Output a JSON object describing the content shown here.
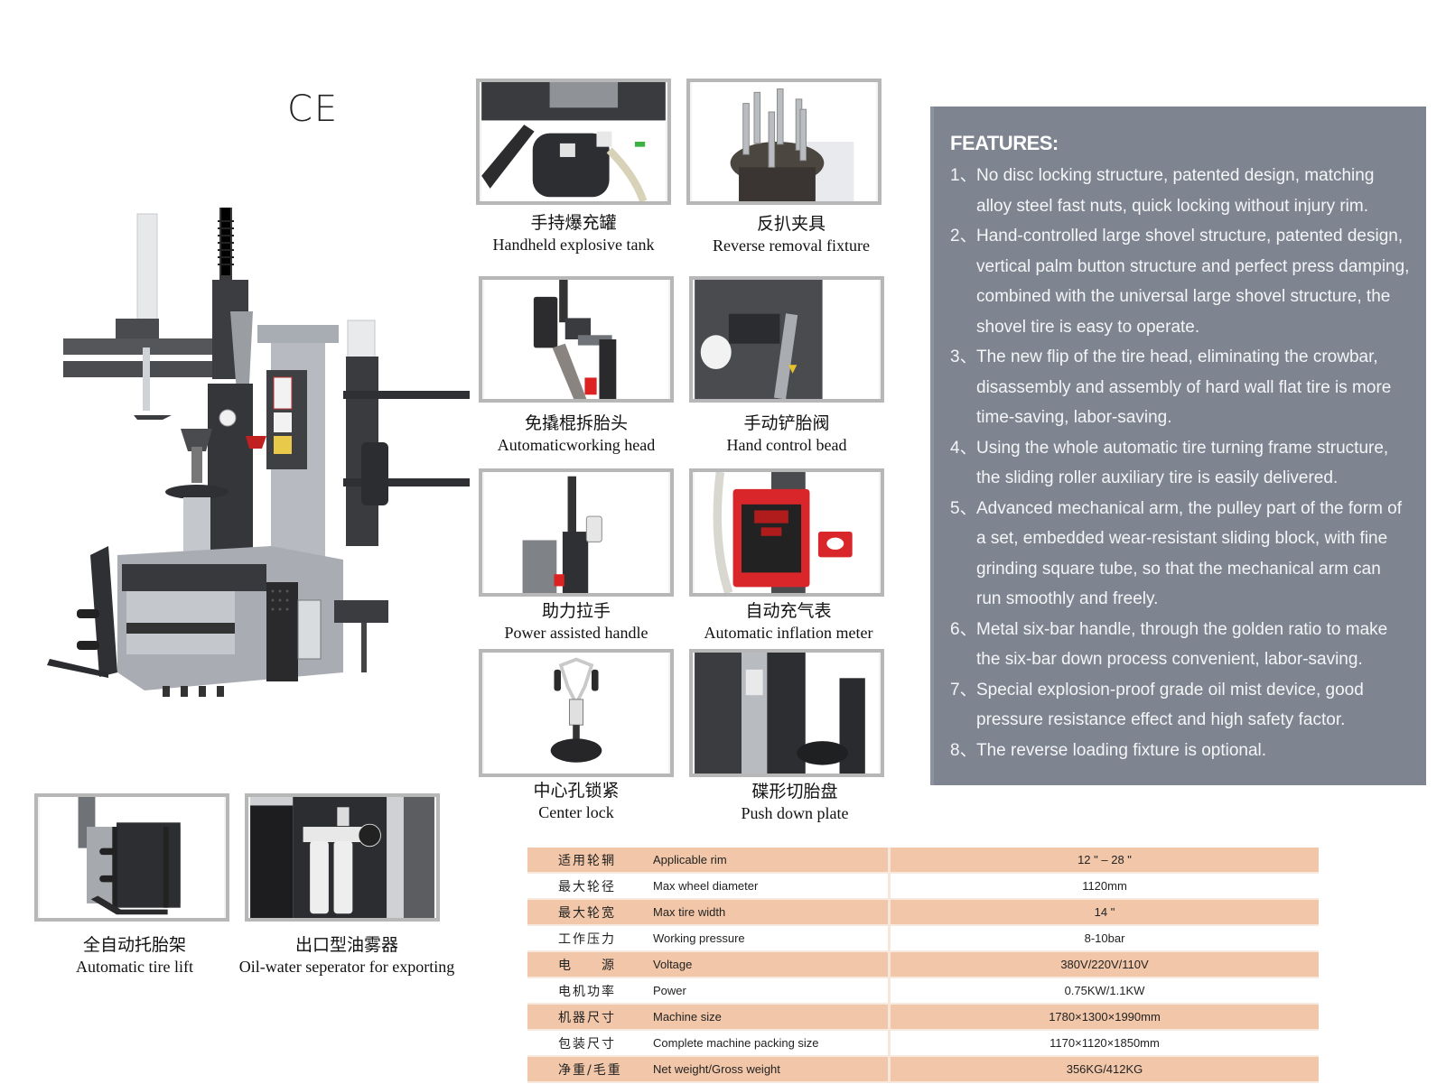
{
  "certification": "CE",
  "main_image": {
    "icon": "tire-changer-machine"
  },
  "accessories": [
    {
      "cn": "手持爆充罐",
      "en": "Handheld explosive tank",
      "icon": "air-tank"
    },
    {
      "cn": "反扒夹具",
      "en": "Reverse removal fixture",
      "icon": "clamp-fixture"
    },
    {
      "cn": "免撬棍拆胎头",
      "en": "Automaticworking head",
      "icon": "working-head"
    },
    {
      "cn": "手动铲胎阀",
      "en": "Hand control bead",
      "icon": "bead-valve"
    },
    {
      "cn": "助力拉手",
      "en": "Power assisted handle",
      "icon": "assist-handle"
    },
    {
      "cn": "自动充气表",
      "en": "Automatic inflation meter",
      "icon": "inflation-meter"
    },
    {
      "cn": "中心孔锁紧",
      "en": "Center lock",
      "icon": "center-lock"
    },
    {
      "cn": "碟形切胎盘",
      "en": "Push down plate",
      "icon": "push-plate"
    },
    {
      "cn": "全自动托胎架",
      "en": "Automatic tire lift",
      "icon": "tire-lift"
    },
    {
      "cn": "出口型油雾器",
      "en": "Oil-water seperator for exporting",
      "icon": "oil-separator"
    }
  ],
  "features": {
    "title": "FEATURES:",
    "items": [
      {
        "num": "1、",
        "text": "No disc locking structure, patented design, matching alloy steel fast nuts, quick locking without injury rim."
      },
      {
        "num": "2、",
        "text": "Hand-controlled large shovel structure, patented design, vertical palm button structure and perfect press damping, combined with the universal large shovel structure, the shovel tire is easy to operate."
      },
      {
        "num": "3、",
        "text": "The new flip of the tire head, eliminating the crowbar, disassembly and assembly of hard wall flat tire is more time-saving, labor-saving."
      },
      {
        "num": "4、",
        "text": "Using the whole automatic tire turning frame structure, the sliding roller auxiliary tire is easily delivered."
      },
      {
        "num": "5、",
        "text": "Advanced mechanical arm, the pulley part of the form of a set, embedded wear-resistant sliding block, with fine grinding square tube, so that the mechanical arm can run smoothly and freely."
      },
      {
        "num": "6、",
        "text": "Metal six-bar handle, through the golden ratio to make the six-bar down process convenient, labor-saving."
      },
      {
        "num": "7、",
        "text": "Special explosion-proof grade oil mist device, good pressure resistance effect and high safety factor."
      },
      {
        "num": "8、",
        "text": "The reverse loading fixture is optional."
      }
    ]
  },
  "specs": [
    {
      "cn": "适用轮辋",
      "en": "Applicable rim",
      "value": "12 \" – 28 \""
    },
    {
      "cn": "最大轮径",
      "en": "Max wheel diameter",
      "value": "1120mm"
    },
    {
      "cn": "最大轮宽",
      "en": "Max tire width",
      "value": "14 \""
    },
    {
      "cn": "工作压力",
      "en": "Working pressure",
      "value": "8-10bar"
    },
    {
      "cn": "电　　源",
      "en": "Voltage",
      "value": "380V/220V/110V"
    },
    {
      "cn": "电机功率",
      "en": "Power",
      "value": "0.75KW/1.1KW"
    },
    {
      "cn": "机器尺寸",
      "en": "Machine size",
      "value": "1780×1300×1990mm"
    },
    {
      "cn": "包装尺寸",
      "en": "Complete machine packing size",
      "value": "1170×1120×1850mm"
    },
    {
      "cn": "净重/毛重",
      "en": "Net weight/Gross weight",
      "value": "356KG/412KG"
    }
  ]
}
